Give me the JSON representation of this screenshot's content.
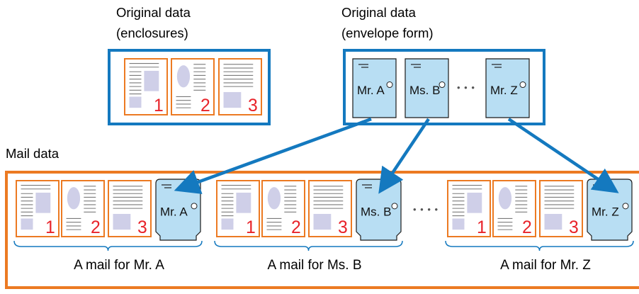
{
  "labels": {
    "enclosures_line1": "Original data",
    "enclosures_line2": "(enclosures)",
    "envelope_line1": "Original data",
    "envelope_line2": "(envelope form)",
    "mail_data": "Mail data",
    "ellipsis_top": "• • •",
    "ellipsis_bottom": "• • • •"
  },
  "pages": [
    "1",
    "2",
    "3"
  ],
  "recipients": [
    "Mr. A",
    "Ms. B",
    "Mr. Z"
  ],
  "mail_captions": [
    "A mail for Mr. A",
    "A mail for Ms. B",
    "A mail for Mr. Z"
  ],
  "colors": {
    "blue_frame": "#1479bf",
    "orange_frame": "#ec7a22",
    "envelope_fill": "#b8def3",
    "page_number": "#e8232a",
    "placeholder_fill": "#cfcfe8"
  }
}
